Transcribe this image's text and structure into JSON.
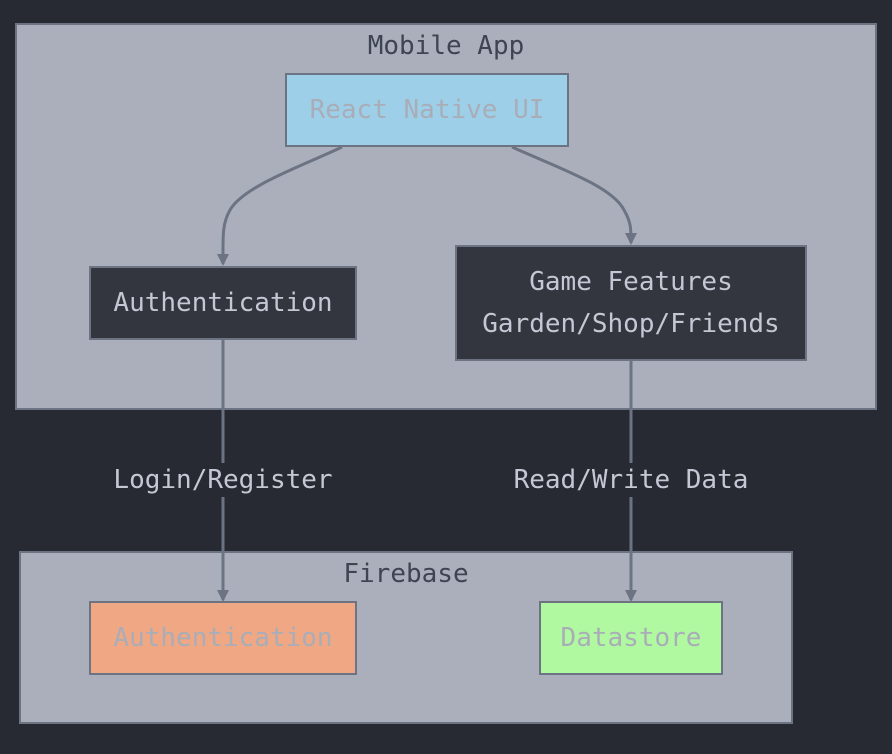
{
  "groups": {
    "mobile_app": {
      "title": "Mobile App"
    },
    "firebase": {
      "title": "Firebase"
    }
  },
  "nodes": {
    "react_native_ui": {
      "label": "React Native UI"
    },
    "app_authentication": {
      "label": "Authentication"
    },
    "game_features": {
      "line1": "Game Features",
      "line2": "Garden/Shop/Friends"
    },
    "firebase_authentication": {
      "label": "Authentication"
    },
    "datastore": {
      "label": "Datastore"
    }
  },
  "edges": {
    "login_register": {
      "label": "Login/Register"
    },
    "read_write_data": {
      "label": "Read/Write Data"
    }
  },
  "colors": {
    "background": "#282a33",
    "group_fill": "#abafbb",
    "group_border": "#6c7383",
    "dark_node": "#33363f",
    "react_native_fill": "#9ecfe8",
    "firebase_auth_fill": "#f0a784",
    "datastore_fill": "#b0f9a0",
    "pastel_text": "#a9adb8",
    "edge": "#6c7383"
  }
}
